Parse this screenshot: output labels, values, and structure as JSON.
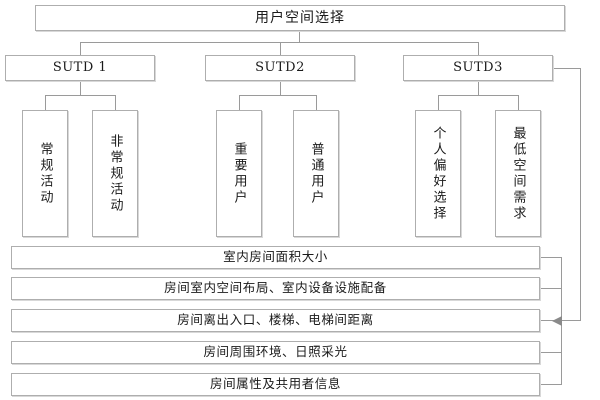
{
  "diagram": {
    "title": "用户空间选择",
    "root": {
      "label": "用户空间选择"
    },
    "groups": [
      {
        "id": "sutd-1",
        "label": "SUTD 1",
        "children": [
          {
            "id": "leaf-a",
            "label": "常规活动"
          },
          {
            "id": "leaf-b",
            "label": "非常规活动"
          }
        ]
      },
      {
        "id": "sutd-2",
        "label": "SUTD2",
        "children": [
          {
            "id": "leaf-c",
            "label": "重要用户"
          },
          {
            "id": "leaf-d",
            "label": "普通用户"
          }
        ]
      },
      {
        "id": "sutd-3",
        "label": "SUTD3",
        "children": [
          {
            "id": "leaf-e",
            "label": "个人偏好选择"
          },
          {
            "id": "leaf-f",
            "label": "最低空间需求"
          }
        ]
      }
    ],
    "criteria": [
      {
        "id": "crit-0",
        "label": "室内房间面积大小"
      },
      {
        "id": "crit-1",
        "label": "房间室内空间布局、室内设备设施配备"
      },
      {
        "id": "crit-2",
        "label": "房间离出入口、楼梯、电梯间距离"
      },
      {
        "id": "crit-3",
        "label": "房间周围环境、日照采光"
      },
      {
        "id": "crit-4",
        "label": "房间属性及共用者信息"
      }
    ],
    "colors": {
      "box_border": "#aeaeae",
      "box_shadow": "#d8d8d8",
      "connector": "#9a9a9a",
      "arrow": "#8a8a8a",
      "text": "#1a1a1a",
      "background": "#ffffff"
    }
  }
}
